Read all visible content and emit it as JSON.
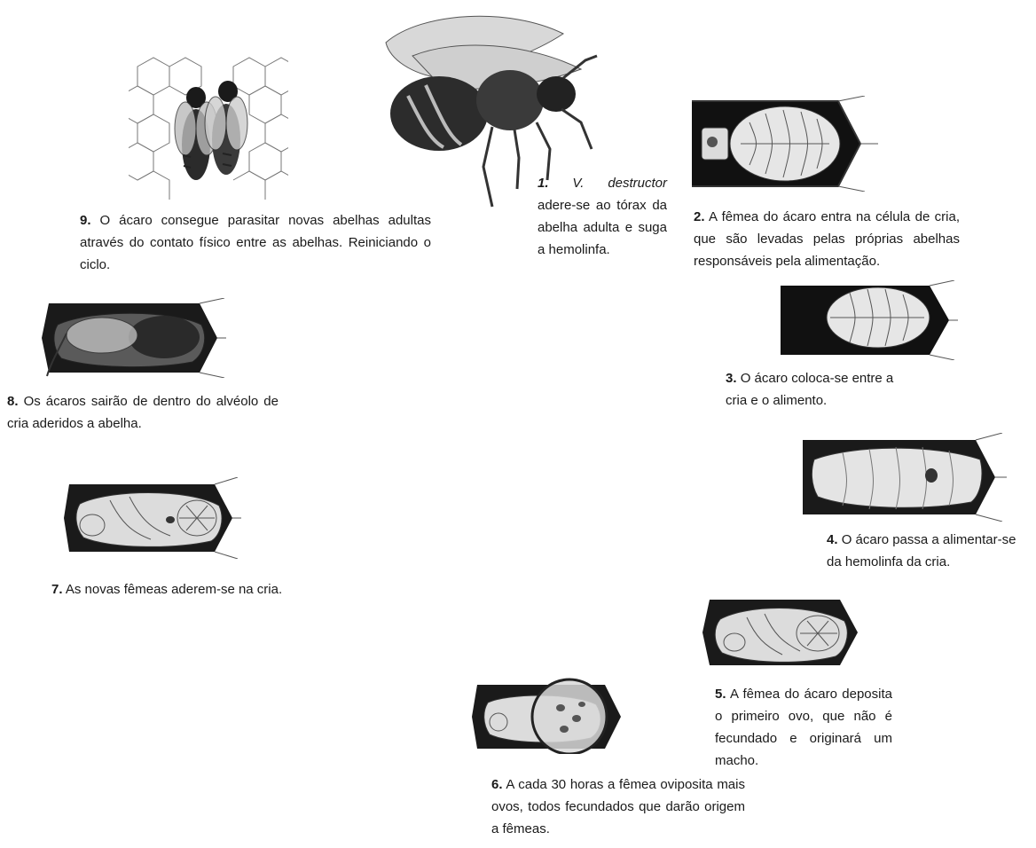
{
  "steps": [
    {
      "num": "1.",
      "num_italic": true,
      "text_italic": "V. destructor",
      "text": "adere-se ao tórax da abelha adulta e suga a hemolinfa."
    },
    {
      "num": "2.",
      "text": "A fêmea do ácaro entra na célula de cria, que são levadas pelas próprias abelhas responsáveis pela alimentação."
    },
    {
      "num": "3.",
      "text": "O ácaro coloca-se entre a cria e o alimento."
    },
    {
      "num": "4.",
      "text": "O ácaro passa a alimentar-se da hemolinfa da cria."
    },
    {
      "num": "5.",
      "text": "A fêmea do ácaro deposita o primeiro ovo, que não é fecundado e originará um macho."
    },
    {
      "num": "6.",
      "text": "A cada 30 horas a fêmea oviposita mais ovos, todos fecundados que darão origem a fêmeas."
    },
    {
      "num": "7.",
      "text": "As novas fêmeas aderem-se na cria."
    },
    {
      "num": "8.",
      "text": "Os ácaros sairão de dentro do alvéolo de cria aderidos a abelha."
    },
    {
      "num": "9.",
      "text": "O ácaro consegue parasitar novas abelhas adultas através do contato físico entre as abelhas. Reiniciando o ciclo."
    }
  ],
  "illustrations": {
    "bee": "adult-bee-illustration",
    "comb": "honeycomb-two-bees-illustration",
    "cells": [
      "brood-cell-larva",
      "brood-cell-larva-food",
      "brood-cell-larva-mite",
      "brood-cell-pupa",
      "brood-cell-pupa-magnified",
      "brood-cell-pupa-mites",
      "brood-cell-adult-emerging"
    ]
  }
}
